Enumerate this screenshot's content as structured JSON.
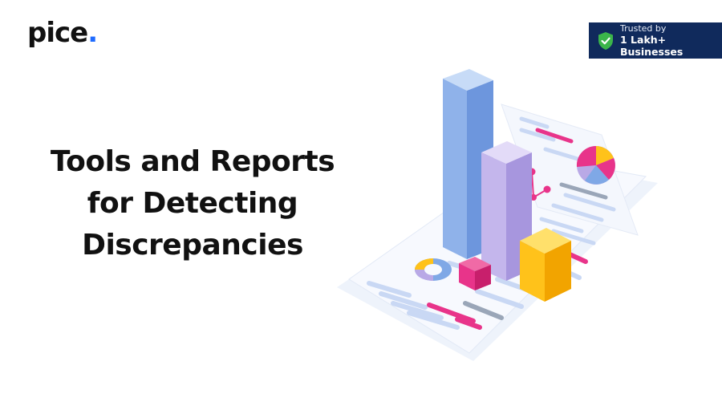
{
  "brand": {
    "name": "pice",
    "dot": "."
  },
  "badge": {
    "line1": "Trusted by",
    "line2": "1 Lakh+ Businesses"
  },
  "headline": {
    "line1": "Tools and Reports",
    "line2": "for Detecting",
    "line3": "Discrepancies"
  },
  "icons": [
    "shield-check-icon",
    "analytics-illustration"
  ],
  "colors": {
    "badge_bg": "#102a5c",
    "shield": "#3bb54a",
    "logo_dot": "#1f6bff",
    "bar_blue": "#7fa8e6",
    "bar_purple": "#b9a9e6",
    "bar_yellow": "#ffc21a",
    "accent_pink": "#e8348a"
  }
}
